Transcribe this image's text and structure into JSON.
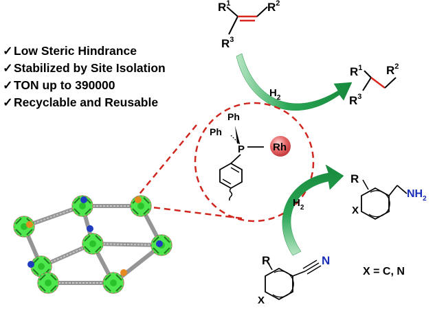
{
  "features": [
    {
      "check": "✓",
      "text": "Low Steric Hindrance"
    },
    {
      "check": "✓",
      "text": "Stabilized by Site Isolation"
    },
    {
      "check": "✓",
      "text": "TON up to 390000"
    },
    {
      "check": "✓",
      "text": "Recyclable and Reusable"
    }
  ],
  "reaction1": {
    "substituent_1": "R",
    "substituent_1_sup": "1",
    "substituent_2": "R",
    "substituent_2_sup": "2",
    "substituent_3": "R",
    "substituent_3_sup": "3",
    "reagent": "H",
    "reagent_sub": "2"
  },
  "catalyst_zoom": {
    "ligand_top": "Ph",
    "ligand_left": "Ph",
    "phosphorus": "P",
    "metal": "Rh"
  },
  "reaction2": {
    "nitrile_r": "R",
    "nitrile_ring_atom": "X",
    "nitrile_n": "N",
    "reagent": "H",
    "reagent_sub": "2",
    "product_r": "R",
    "product_ring_atom": "X",
    "product_amine": "NH",
    "product_amine_sub": "2",
    "x_definition": "X = C, N"
  },
  "colors": {
    "arrow_green": "#1e9e4a",
    "dash_red": "#d0261e",
    "rh_ball": "#e8696b",
    "double_bond_red": "#d8261e",
    "amine_blue": "#1a2db8",
    "cage_green": "#4ee84e",
    "cage_edge": "#c98a7a",
    "linker_grey": "#8a8a8a",
    "site_blue": "#1f3bbf",
    "site_orange": "#e58a1f"
  }
}
